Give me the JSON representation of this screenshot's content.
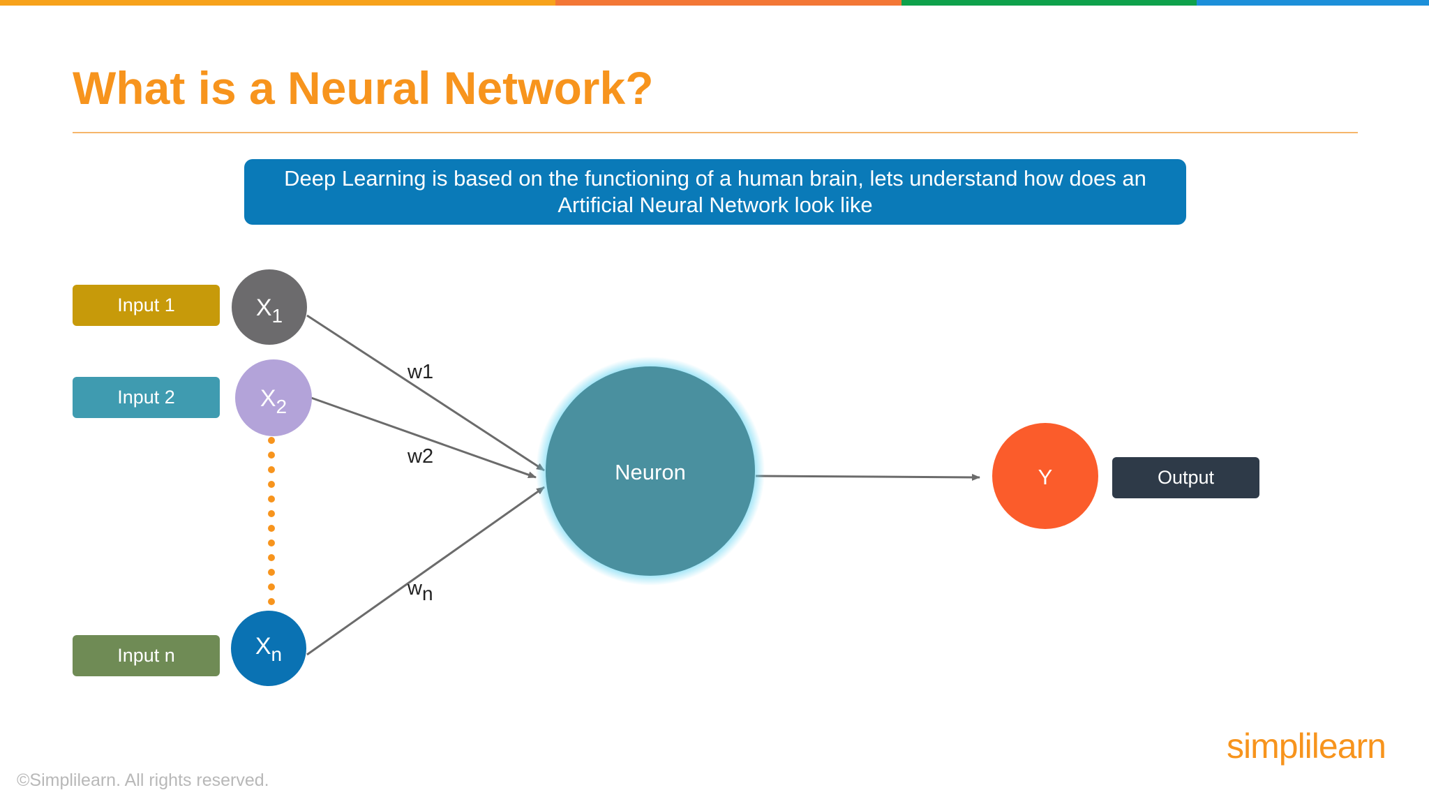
{
  "slide": {
    "title": "What is a Neural Network?",
    "banner_line1": "Deep Learning is based on the functioning of a human brain, lets understand how does an",
    "banner_line2": "Artificial Neural Network look like",
    "copyright": "©Simplilearn. All rights reserved.",
    "brand_logo": "simplilearn"
  },
  "colors": {
    "title": "#f7941d",
    "banner": "#0a7ab8",
    "input1": "#c79a0a",
    "input2": "#3f9bb0",
    "inputn": "#6f8b55",
    "x1": "#6c6b6d",
    "x2": "#b3a3d9",
    "xn": "#0a72b3",
    "neuron": "#4a909f",
    "neuron_glow": "#5fd3f2",
    "output_node": "#fb5c2b",
    "output_box": "#2e3a48",
    "dots": "#f7941d",
    "top_bar": [
      "#f7a21b",
      "#f37736",
      "#0fa14b",
      "#1c8fd9"
    ]
  },
  "diagram": {
    "inputs": [
      {
        "label": "Input 1",
        "node": "X",
        "sub": "1"
      },
      {
        "label": "Input 2",
        "node": "X",
        "sub": "2"
      },
      {
        "label": "Input n",
        "node": "X",
        "sub": "n"
      }
    ],
    "weights": [
      {
        "text": "w1",
        "sub": ""
      },
      {
        "text": "w2",
        "sub": ""
      },
      {
        "text": "w",
        "sub": "n"
      }
    ],
    "neuron_label": "Neuron",
    "output_node_label": "Y",
    "output_label": "Output"
  }
}
